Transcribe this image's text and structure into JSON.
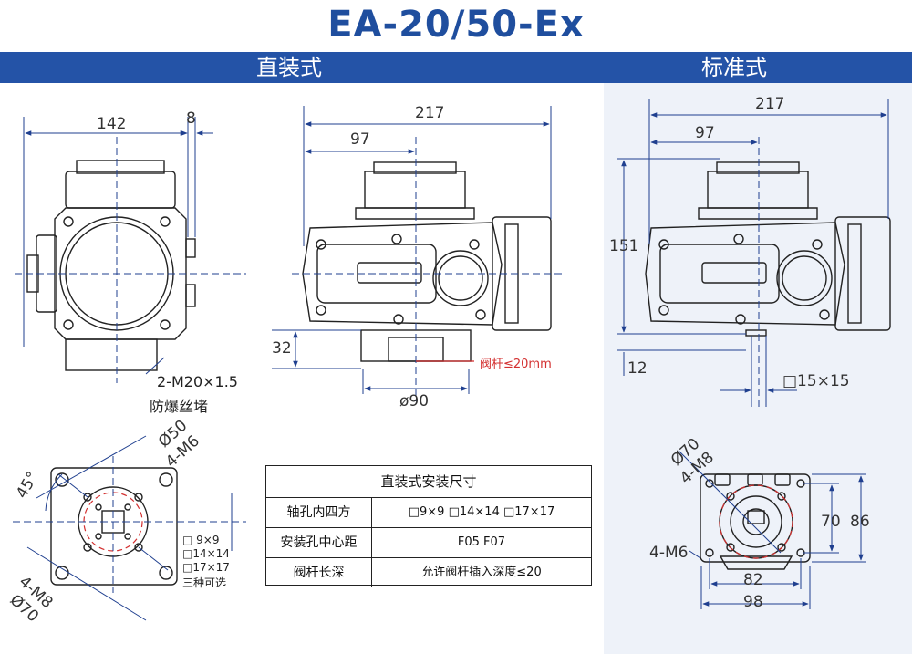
{
  "title": "EA-20/50-Ex",
  "sections": {
    "direct": "直装式",
    "standard": "标准式"
  },
  "dims": {
    "d142": "142",
    "d8": "8",
    "d217a": "217",
    "d97a": "97",
    "d32": "32",
    "d90": "ø90",
    "stem": "阀杆≤20mm",
    "d217b": "217",
    "d97b": "97",
    "d151": "151",
    "d12": "12",
    "sq15": "□15×15",
    "d70": "Ø70",
    "m8": "4-M8",
    "d70b": "70",
    "d86": "86",
    "m6b": "4-M6",
    "d82": "82",
    "d98": "98",
    "d50": "Ø50",
    "m6": "4-M6",
    "a45": "45°",
    "m8b": "4-M8",
    "d70c": "Ø70",
    "opt9": "□ 9×9",
    "opt14": "□14×14",
    "opt17": "□17×17",
    "opt_note": "三种可选"
  },
  "notes": {
    "plug1": "2-M20×1.5",
    "plug2": "防爆丝堵"
  },
  "table": {
    "title": "直装式安装尺寸",
    "rows": [
      {
        "head": "轴孔内四方",
        "value": "□9×9   □14×14   □17×17"
      },
      {
        "head": "安装孔中心距",
        "value": "F05      F07"
      },
      {
        "head": "阀杆长深",
        "value": "允许阀杆插入深度≤20"
      }
    ]
  },
  "colors": {
    "accent": "#2453a7",
    "dim": "#1f3f8f",
    "stem": "#d32f2f",
    "line": "#222222"
  }
}
